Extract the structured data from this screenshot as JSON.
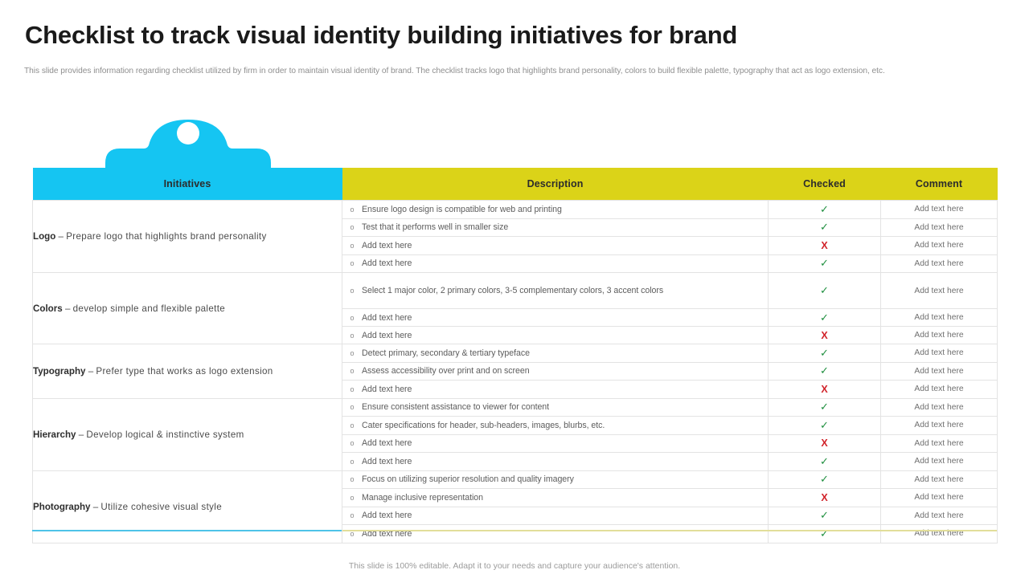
{
  "slide": {
    "title": "Checklist to track visual identity building initiatives for brand",
    "subtitle": "This slide provides information regarding checklist utilized by firm in order to maintain visual identity of brand. The checklist tracks logo that highlights brand personality, colors to build flexible palette, typography that act as logo extension, etc.",
    "footer": "This slide is 100% editable. Adapt it to your needs and capture your audience's attention."
  },
  "colors": {
    "accent_cyan": "#15c5f2",
    "accent_yellow": "#dbd318",
    "check_green": "#1f8f3f",
    "cross_red": "#d1232a",
    "title_text": "#1a1a1a",
    "body_text": "#5d5d5d"
  },
  "table": {
    "headers": {
      "initiatives": "Initiatives",
      "description": "Description",
      "checked": "Checked",
      "comment": "Comment"
    },
    "bullet_glyph": "o",
    "check_glyph": "✓",
    "cross_glyph": "X",
    "groups": [
      {
        "key": "logo",
        "keyword": "Logo",
        "separator": " – ",
        "rest": "Prepare logo that highlights brand personality",
        "rows": [
          {
            "description": "Ensure logo design is compatible for web and printing",
            "checked": "yes",
            "comment": "Add text here"
          },
          {
            "description": "Test that it performs well in smaller size",
            "checked": "yes",
            "comment": "Add text here"
          },
          {
            "description": "Add text here",
            "checked": "no",
            "comment": "Add text here"
          },
          {
            "description": "Add text here",
            "checked": "yes",
            "comment": "Add text here"
          }
        ]
      },
      {
        "key": "colors",
        "keyword": "Colors",
        "separator": " – ",
        "rest": "develop simple and flexible palette",
        "rows": [
          {
            "description": "Select 1 major color, 2 primary colors, 3-5 complementary colors, 3 accent colors",
            "checked": "yes",
            "comment": "Add text here"
          },
          {
            "description": "Add text here",
            "checked": "yes",
            "comment": "Add text here"
          },
          {
            "description": "Add text here",
            "checked": "no",
            "comment": "Add text here"
          }
        ]
      },
      {
        "key": "typography",
        "keyword": "Typography",
        "separator": " – ",
        "rest": "Prefer type that works as logo extension",
        "rows": [
          {
            "description": "Detect primary, secondary & tertiary typeface",
            "checked": "yes",
            "comment": "Add text here"
          },
          {
            "description": "Assess accessibility over print and on screen",
            "checked": "yes",
            "comment": "Add text here"
          },
          {
            "description": "Add text here",
            "checked": "no",
            "comment": "Add text here"
          }
        ]
      },
      {
        "key": "hierarchy",
        "keyword": "Hierarchy",
        "separator": " – ",
        "rest": "Develop logical & instinctive system",
        "rows": [
          {
            "description": "Ensure consistent assistance to viewer for content",
            "checked": "yes",
            "comment": "Add text here"
          },
          {
            "description": "Cater specifications for header, sub-headers, images, blurbs, etc.",
            "checked": "yes",
            "comment": "Add text here"
          },
          {
            "description": "Add text here",
            "checked": "no",
            "comment": "Add text here"
          },
          {
            "description": "Add text here",
            "checked": "yes",
            "comment": "Add text here"
          }
        ]
      },
      {
        "key": "photography",
        "keyword": "Photography",
        "separator": " – ",
        "rest": "Utilize cohesive visual style",
        "rows": [
          {
            "description": "Focus on utilizing superior resolution and quality imagery",
            "checked": "yes",
            "comment": "Add text here"
          },
          {
            "description": "Manage inclusive representation",
            "checked": "no",
            "comment": "Add text here"
          },
          {
            "description": "Add text here",
            "checked": "yes",
            "comment": "Add text here"
          },
          {
            "description": "Add text here",
            "checked": "yes",
            "comment": "Add text here"
          }
        ]
      }
    ]
  }
}
